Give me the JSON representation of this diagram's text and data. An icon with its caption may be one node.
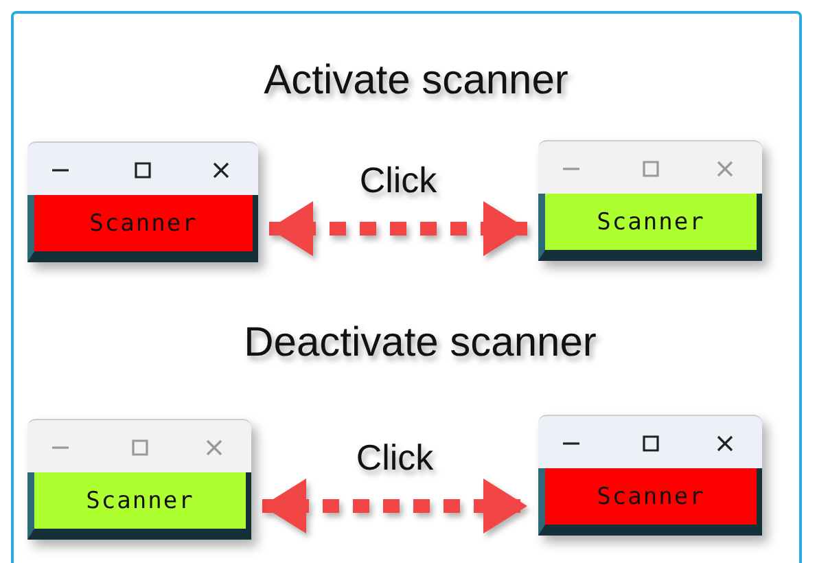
{
  "diagram": {
    "nodes": [
      {
        "text": [
          "Scanner"
        ]
      },
      {
        "text": [
          "Scanner"
        ]
      },
      {
        "text": [
          "Scanner"
        ]
      },
      {
        "text": [
          "Scanner"
        ]
      }
    ],
    "edges": [
      {
        "from": 0,
        "to": 1,
        "arrow": "both",
        "label": "Click",
        "style": "dashed"
      },
      {
        "from": 2,
        "to": 3,
        "arrow": "both",
        "label": "Click",
        "style": "dashed"
      }
    ],
    "labels": [
      "Activate scanner",
      "Deactivate scanner"
    ]
  }
}
